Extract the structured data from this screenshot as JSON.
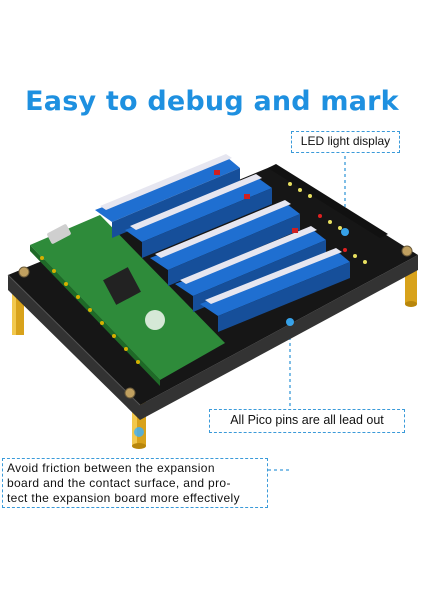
{
  "title": "Easy to debug and mark",
  "callouts": {
    "led": "LED light display",
    "pins": "All Pico pins are all lead out",
    "friction_lines": [
      "Avoid friction between the expansion",
      "board and the contact surface, and pro-",
      "tect the expansion board more effectively"
    ]
  },
  "colors": {
    "title": "#1e90e0",
    "callout_border": "#3a9ad9",
    "board": "#1a1a1a",
    "terminal": "#1f6fd1",
    "pico": "#2e8b3a",
    "standoff": "#d8a21b"
  },
  "icons": [
    "raspberry-pi-logo",
    "usb-port"
  ]
}
